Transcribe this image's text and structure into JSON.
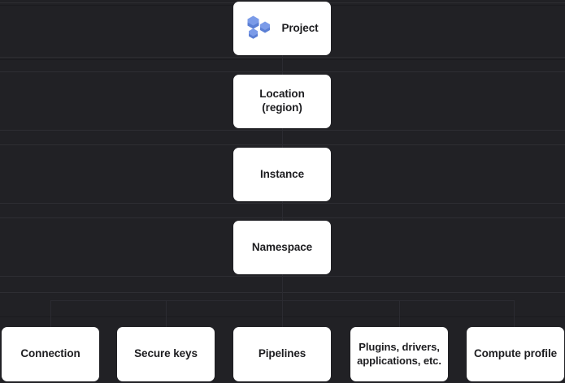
{
  "diagram": {
    "type": "hierarchy-tree",
    "background_color": "#212125",
    "node_color": "#ffffff",
    "node_text_color": "#1d1d20",
    "icon_colors": {
      "hexagon_light": "#7b9be8",
      "hexagon_dark": "#5b7fd4"
    },
    "spine": [
      {
        "id": "project",
        "label": "Project",
        "icon": "hexagon-cluster-icon"
      },
      {
        "id": "location",
        "label": "Location\n(region)",
        "icon": null
      },
      {
        "id": "instance",
        "label": "Instance",
        "icon": null
      },
      {
        "id": "namespace",
        "label": "Namespace",
        "icon": null
      }
    ],
    "leaves": [
      {
        "id": "connection",
        "label": "Connection"
      },
      {
        "id": "secure-keys",
        "label": "Secure keys"
      },
      {
        "id": "pipelines",
        "label": "Pipelines"
      },
      {
        "id": "plugins",
        "label": "Plugins, drivers,\napplications, etc."
      },
      {
        "id": "compute-profile",
        "label": "Compute profile"
      }
    ]
  }
}
